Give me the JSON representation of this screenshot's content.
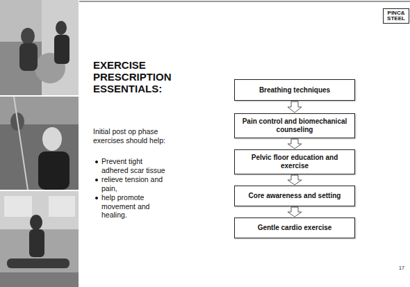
{
  "diagram": {
    "title": "EXERCISE PRESCRIPTION ESSENTIALS:",
    "nodes": [
      {
        "text": [
          "Breathing techniques"
        ]
      },
      {
        "text": [
          "Pain control and biomechanical counseling"
        ]
      },
      {
        "text": [
          "Pelvic floor education and exercise"
        ]
      },
      {
        "text": [
          "Core awareness and setting"
        ]
      },
      {
        "text": [
          "Gentle cardio exercise"
        ]
      }
    ],
    "edges": [
      {
        "from": 0,
        "to": 1,
        "arrow": "to"
      },
      {
        "from": 1,
        "to": 2,
        "arrow": "to"
      },
      {
        "from": 2,
        "to": 3,
        "arrow": "to"
      },
      {
        "from": 3,
        "to": 4,
        "arrow": "to"
      }
    ],
    "labels": [
      "Initial post op phase exercises should help:",
      "Prevent tight adhered scar tissue",
      "relieve tension and pain,",
      "help promote movement and healing.",
      "PINC& STEEL",
      "17"
    ]
  }
}
